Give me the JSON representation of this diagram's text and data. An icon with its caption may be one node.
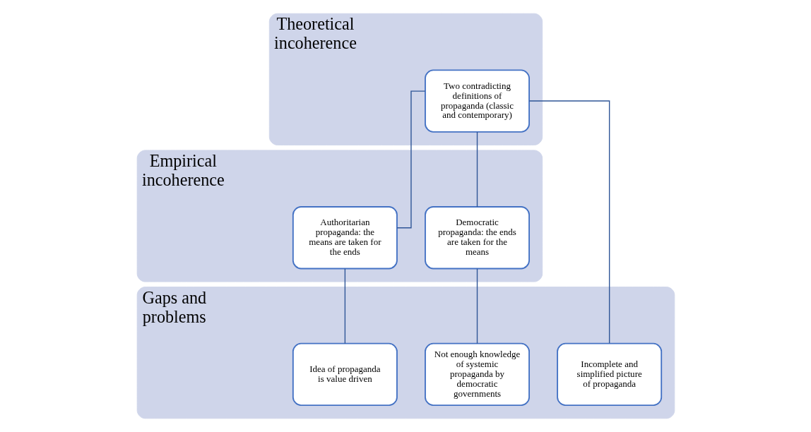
{
  "diagram": {
    "nodes": [
      {
        "text": [
          "Theoretical incoherence"
        ]
      },
      {
        "text": [
          "Two contradicting definitions of propaganda (classic and contemporary)"
        ],
        "in": 0
      },
      {
        "text": [
          "Empirical incoherence"
        ]
      },
      {
        "text": [
          "Authoritarian propaganda: the means are taken for the ends"
        ],
        "in": 2
      },
      {
        "text": [
          "Democratic propaganda: the ends are taken for the means"
        ],
        "in": 2
      },
      {
        "text": [
          "Gaps and problems"
        ]
      },
      {
        "text": [
          "Idea of propaganda is value driven"
        ],
        "in": 5
      },
      {
        "text": [
          "Incomplete and simplified picture of propaganda"
        ],
        "in": 5
      },
      {
        "text": [
          "Not enough knowledge of systemic propaganda by democratic governments"
        ],
        "in": 5
      }
    ],
    "edges": [
      {
        "from": 1,
        "to": 3,
        "arrow": "none"
      },
      {
        "from": 1,
        "to": 7,
        "arrow": "none"
      },
      {
        "from": 1,
        "to": 4,
        "arrow": "none"
      },
      {
        "from": 3,
        "to": 6,
        "arrow": "none"
      },
      {
        "from": 4,
        "to": 8,
        "arrow": "none"
      }
    ]
  }
}
